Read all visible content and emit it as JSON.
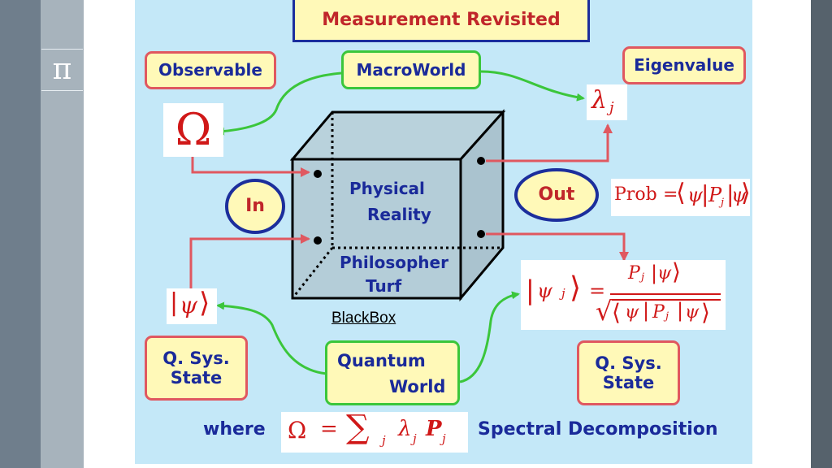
{
  "slide_title": "Measurement Revisited",
  "side_icon": "π",
  "labels": {
    "observable": "Observable",
    "macroworld": "MacroWorld",
    "eigenvalue": "Eigenvalue",
    "in": "In",
    "out": "Out",
    "physical_1": "Physical",
    "physical_2": "Reality",
    "philosopher_1": "Philosopher",
    "philosopher_2": "Turf",
    "blackbox": "BlackBox",
    "qsys_left_1": "Q. Sys.",
    "qsys_left_2": "State",
    "quantum_1": "Quantum",
    "quantum_2": "World",
    "qsys_right_1": "Q. Sys.",
    "qsys_right_2": "State",
    "where": "where",
    "spectral": "Spectral Decomposition"
  },
  "math": {
    "omega": "Ω",
    "lambda": "λ",
    "j": "j",
    "prob": "Prob",
    "eq": "=",
    "psi": "ψ",
    "P": "P",
    "sum": "∑"
  },
  "colors": {
    "slide_bg": "#c4e8f8",
    "box_fill": "#fff9b8",
    "red": "#e05860",
    "green": "#3bc63b",
    "navy": "#1a2a9a",
    "title_red": "#c0262a"
  }
}
